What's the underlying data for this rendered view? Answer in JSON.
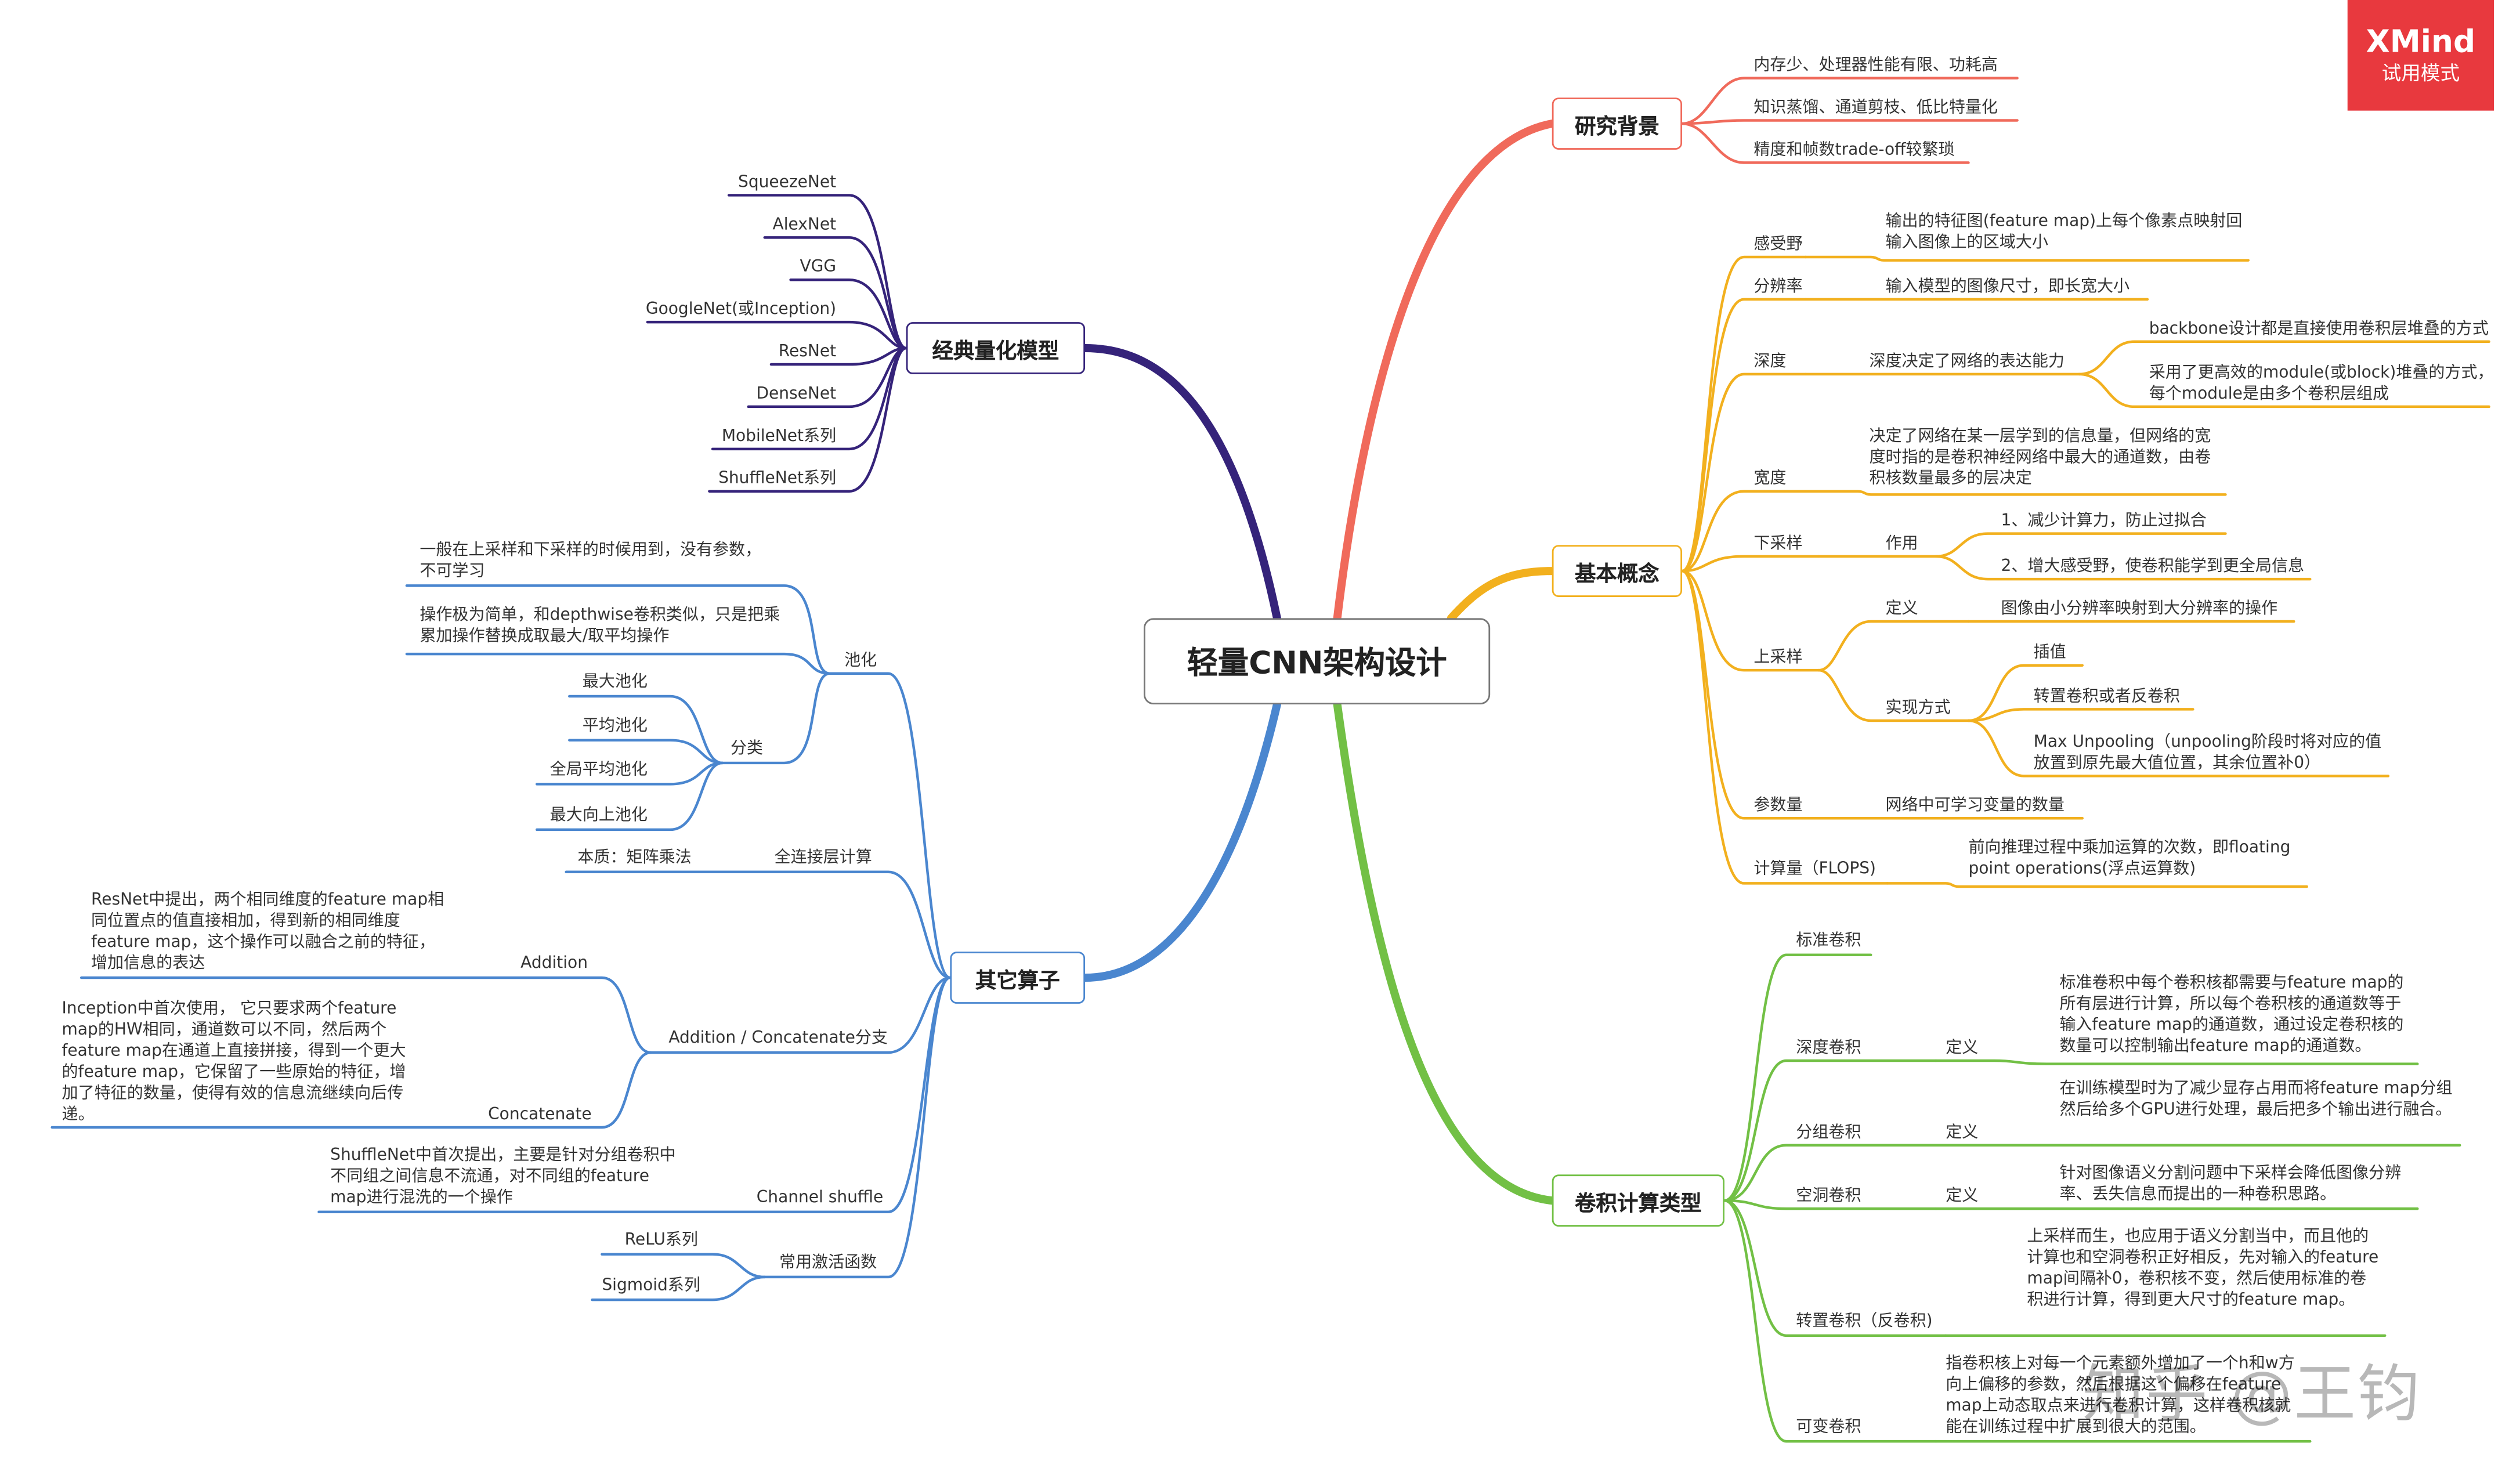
{
  "logo": {
    "brand": "XMind",
    "mode": "试用模式"
  },
  "center": "轻量CNN架构设计",
  "watermark": "知乎 @王钧",
  "colors": {
    "background": "#ffffff",
    "center_border": "#777777",
    "research": "#f06a5b",
    "basic": "#f2b01e",
    "conv": "#72c045",
    "classic": "#35237a",
    "ops": "#4a86cf",
    "logo": "#e8393e"
  },
  "research": {
    "title": "研究背景",
    "items": [
      "内存少、处理器性能有限、功耗高",
      "知识蒸馏、通道剪枝、低比特量化",
      "精度和帧数trade-off较繁琐"
    ]
  },
  "basic": {
    "title": "基本概念",
    "receptive": {
      "label": "感受野",
      "desc": "输出的特征图(feature map)上每个像素点映射回输入图像上的区域大小"
    },
    "resolution": {
      "label": "分辨率",
      "desc": "输入模型的图像尺寸，即长宽大小"
    },
    "depth": {
      "label": "深度",
      "mid": "深度决定了网络的表达能力",
      "d1": "backbone设计都是直接使用卷积层堆叠的方式",
      "d2": "采用了更高效的module(或block)堆叠的方式，每个module是由多个卷积层组成"
    },
    "width": {
      "label": "宽度",
      "desc": "决定了网络在某一层学到的信息量，但网络的宽度时指的是卷积神经网络中最大的通道数，由卷积核数量最多的层决定"
    },
    "downsample": {
      "label": "下采样",
      "mid": "作用",
      "d1": "1、减少计算力，防止过拟合",
      "d2": "2、增大感受野，使卷积能学到更全局信息"
    },
    "upsample": {
      "label": "上采样",
      "def_label": "定义",
      "def": "图像由小分辨率映射到大分辨率的操作",
      "impl_label": "实现方式",
      "i1": "插值",
      "i2": "转置卷积或者反卷积",
      "i3": "Max Unpooling（unpooling阶段时将对应的值放置到原先最大值位置，其余位置补0）"
    },
    "params": {
      "label": "参数量",
      "desc": "网络中可学习变量的数量"
    },
    "flops": {
      "label": "计算量（FLOPS)",
      "desc": "前向推理过程中乘加运算的次数，即floating point operations(浮点运算数)"
    }
  },
  "conv": {
    "title": "卷积计算类型",
    "standard": "标准卷积",
    "depthwise": {
      "label": "深度卷积",
      "def": "定义",
      "desc": "标准卷积中每个卷积核都需要与feature map的所有层进行计算，所以每个卷积核的通道数等于输入feature map的通道数，通过设定卷积核的数量可以控制输出feature map的通道数。"
    },
    "group": {
      "label": "分组卷积",
      "def": "定义",
      "desc": "在训练模型时为了减少显存占用而将feature map分组然后给多个GPU进行处理，最后把多个输出进行融合。"
    },
    "dilated": {
      "label": "空洞卷积",
      "def": "定义",
      "desc": "针对图像语义分割问题中下采样会降低图像分辨率、丢失信息而提出的一种卷积思路。"
    },
    "transposed": {
      "label": "转置卷积（反卷积)",
      "desc": "上采样而生，也应用于语义分割当中，而且他的计算也和空洞卷积正好相反，先对输入的feature map间隔补0，卷积核不变，然后使用标准的卷积进行计算，得到更大尺寸的feature map。"
    },
    "deformable": {
      "label": "可变卷积",
      "desc": "指卷积核上对每一个元素额外增加了一个h和w方向上偏移的参数，然后根据这个偏移在feature map上动态取点来进行卷积计算，这样卷积核就能在训练过程中扩展到很大的范围。"
    }
  },
  "classic": {
    "title": "经典量化模型",
    "items": [
      "SqueezeNet",
      "AlexNet",
      "VGG",
      "GoogleNet(或Inception)",
      "ResNet",
      "DenseNet",
      "MobileNet系列",
      "ShuffleNet系列"
    ]
  },
  "ops": {
    "title": "其它算子",
    "pool": {
      "label": "池化",
      "n1": "一般在上采样和下采样的时候用到，没有参数，不可学习",
      "n2": "操作极为简单，和depthwise卷积类似，只是把乘累加操作替换成取最大/取平均操作",
      "cls_label": "分类",
      "cls": [
        "最大池化",
        "平均池化",
        "全局平均池化",
        "最大向上池化"
      ]
    },
    "fc": {
      "label": "全连接层计算",
      "desc": "本质：矩阵乘法"
    },
    "addcat": {
      "label": "Addition / Concatenate分支",
      "add_label": "Addition",
      "add_desc": "ResNet中提出，两个相同维度的feature map相同位置点的值直接相加，得到新的相同维度feature map，这个操作可以融合之前的特征，增加信息的表达",
      "cat_label": "Concatenate",
      "cat_desc": "Inception中首次使用， 它只要求两个feature map的HW相同，通道数可以不同，然后两个feature map在通道上直接拼接，得到一个更大的feature map，它保留了一些原始的特征，增加了特征的数量，使得有效的信息流继续向后传递。"
    },
    "shuffle": {
      "label": "Channel shuffle",
      "desc": "ShuffleNet中首次提出，主要是针对分组卷积中不同组之间信息不流通，对不同组的feature map进行混洗的一个操作"
    },
    "act": {
      "label": "常用激活函数",
      "items": [
        "ReLU系列",
        "Sigmoid系列"
      ]
    }
  }
}
